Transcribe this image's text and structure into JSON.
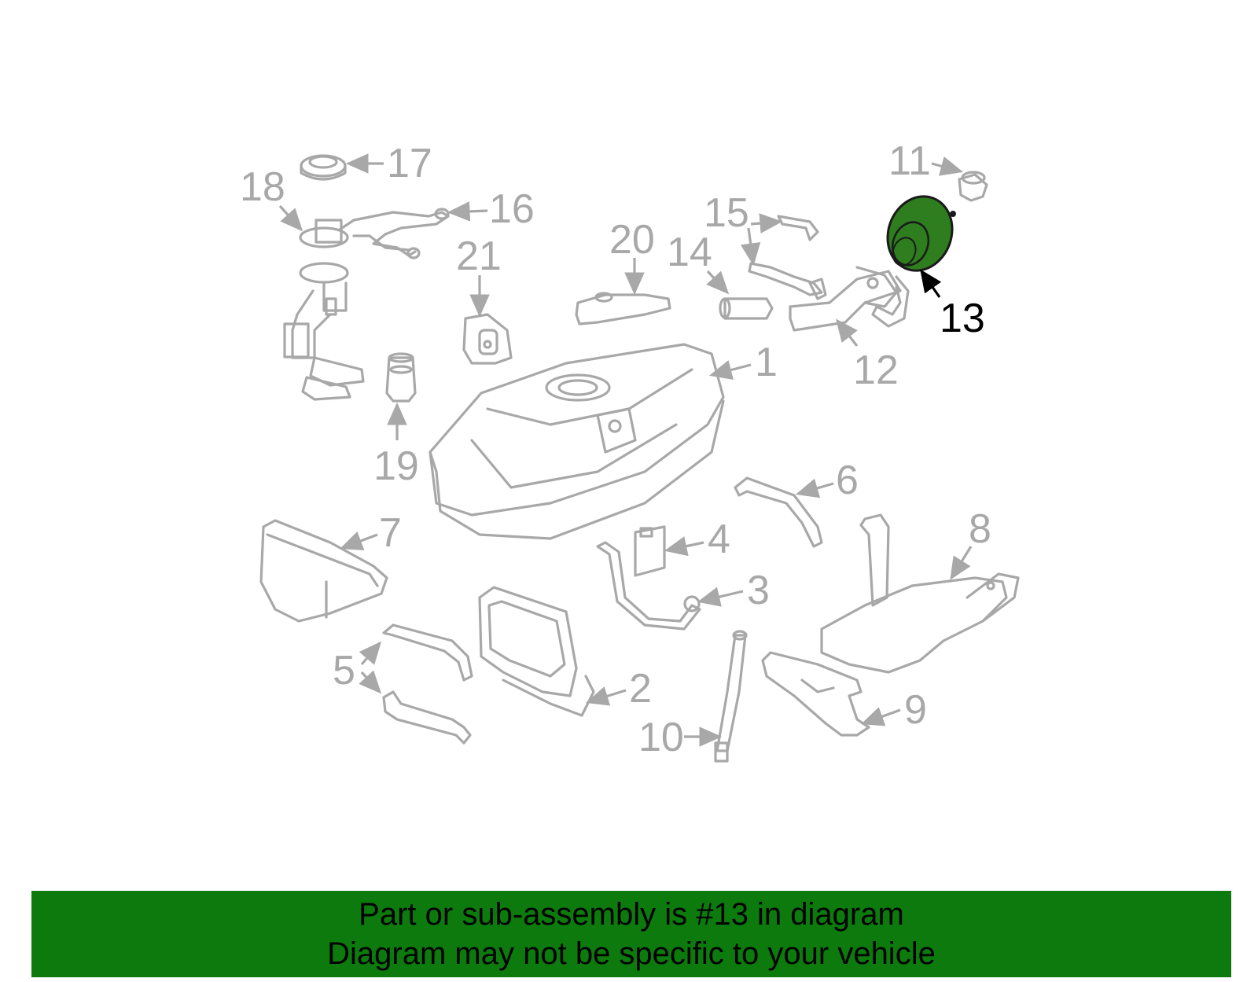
{
  "callouts": {
    "c1": "1",
    "c2": "2",
    "c3": "3",
    "c4": "4",
    "c5": "5",
    "c6": "6",
    "c7": "7",
    "c8": "8",
    "c9": "9",
    "c10": "10",
    "c11": "11",
    "c12": "12",
    "c13": "13",
    "c14": "14",
    "c15": "15",
    "c16": "16",
    "c17": "17",
    "c18": "18",
    "c19": "19",
    "c20": "20",
    "c21": "21"
  },
  "highlight": {
    "part_number": "13",
    "fill_color": "#2e7d1e"
  },
  "colors": {
    "line_gray": "#a8a8a8",
    "banner_green": "#0d7a0d"
  },
  "banner": {
    "line1": "Part or sub-assembly is #13 in diagram",
    "line2": "Diagram may not be specific to your vehicle"
  }
}
